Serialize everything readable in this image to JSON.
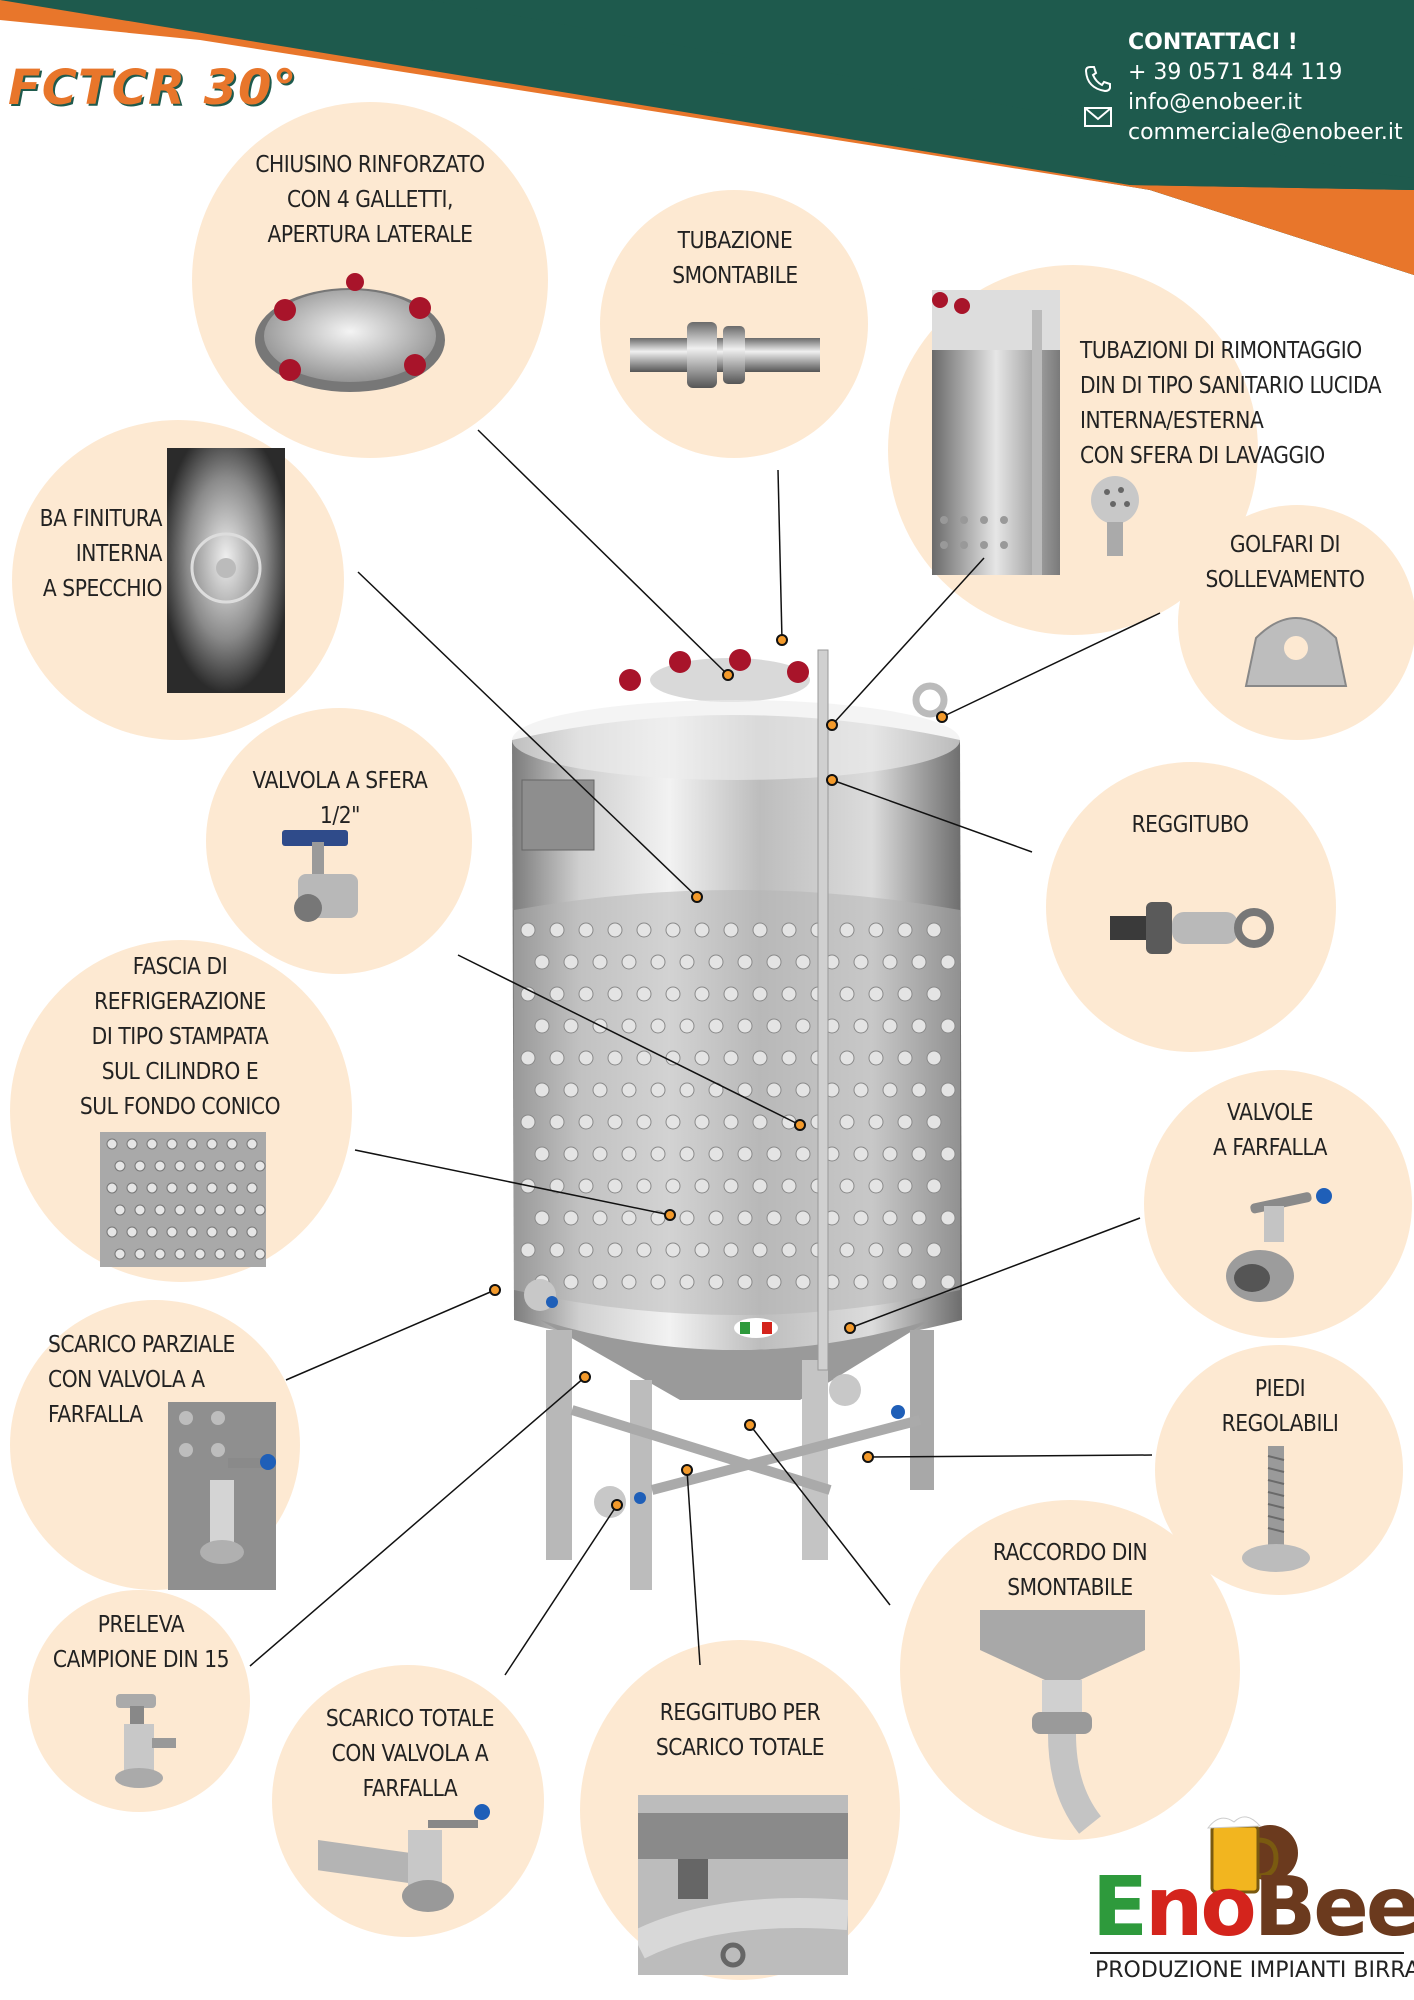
{
  "title": "FCTCR 30°",
  "contact": {
    "heading": "CONTATTACI !",
    "phone": "+ 39 0571 844 119",
    "email1": "info@enobeer.it",
    "email2": "commerciale@enobeer.it"
  },
  "features": [
    {
      "line1": "CHIUSINO RINFORZATO",
      "line2": "CON 4 GALLETTI,",
      "line3": "APERTURA LATERALE"
    },
    {
      "line1": "TUBAZIONE",
      "line2": "SMONTABILE"
    },
    {
      "line1": "TUBAZIONI DI RIMONTAGGIO",
      "line2": "DIN DI TIPO SANITARIO LUCIDA",
      "line3": "INTERNA/ESTERNA",
      "line4": "CON SFERA DI LAVAGGIO"
    },
    {
      "line1": "BA FINITURA",
      "line2": "INTERNA",
      "line3": "A SPECCHIO"
    },
    {
      "line1": "GOLFARI DI",
      "line2": "SOLLEVAMENTO"
    },
    {
      "line1": "VALVOLA A SFERA",
      "line2": "1/2\""
    },
    {
      "line1": "REGGITUBO"
    },
    {
      "line1": "FASCIA DI",
      "line2": "REFRIGERAZIONE",
      "line3": "DI TIPO STAMPATA",
      "line4": "SUL CILINDRO E",
      "line5": "SUL FONDO CONICO"
    },
    {
      "line1": "VALVOLE",
      "line2": "A FARFALLA"
    },
    {
      "line1": "SCARICO PARZIALE",
      "line2": "CON VALVOLA A",
      "line3": "FARFALLA"
    },
    {
      "line1": "PIEDI",
      "line2": "REGOLABILI"
    },
    {
      "line1": "RACCORDO DIN",
      "line2": "SMONTABILE"
    },
    {
      "line1": "PRELEVA",
      "line2": "CAMPIONE DIN 15"
    },
    {
      "line1": "SCARICO TOTALE",
      "line2": "CON VALVOLA A",
      "line3": "FARFALLA"
    },
    {
      "line1": "REGGITUBO PER",
      "line2": "SCARICO TOTALE"
    }
  ],
  "logo": {
    "part1": "E",
    "part2": "no",
    "part3": "Beer",
    "tagline": "PRODUZIONE IMPIANTI BIRRA"
  },
  "colors": {
    "dark_green": "#1e5a4d",
    "orange": "#e8762b",
    "bubble": "#fde9d2",
    "logo_green": "#2e9a3c",
    "logo_red": "#d4241c",
    "logo_brown": "#6b3a1e"
  },
  "icons": [
    "phone-icon",
    "mail-icon",
    "beer-mug-icon"
  ]
}
